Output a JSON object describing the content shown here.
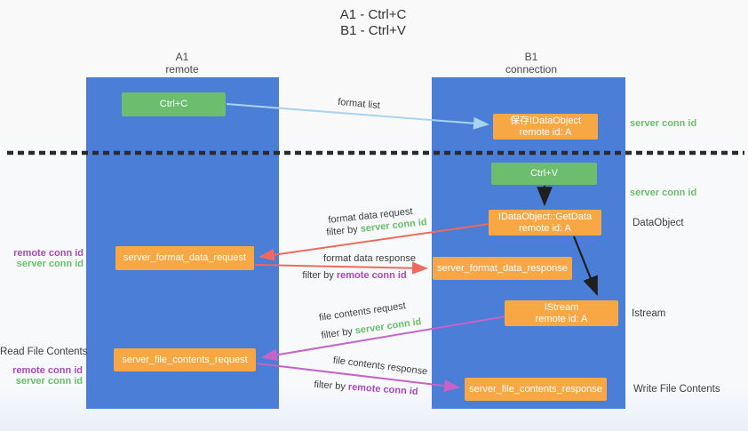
{
  "title": {
    "line1": "A1 - Ctrl+C",
    "line2": "B1 - Ctrl+V"
  },
  "columns": {
    "left": {
      "label": "A1",
      "sublabel": "remote"
    },
    "right": {
      "label": "B1",
      "sublabel": "connection"
    }
  },
  "nodes": {
    "ctrl_c": {
      "label": "Ctrl+C"
    },
    "ctrl_v": {
      "label": "Ctrl+V"
    },
    "save_dataobject": {
      "line1": "保存IDataObject",
      "line2": "remote id: A"
    },
    "getdata": {
      "line1": "IDataObject::GetData",
      "line2": "remote id: A"
    },
    "istream": {
      "line1": "IStream",
      "line2": "remote id: A"
    },
    "format_request": {
      "label": "server_format_data_request"
    },
    "format_response": {
      "label": "server_format_data_response"
    },
    "file_request": {
      "label": "server_file_contents_request"
    },
    "file_response": {
      "label": "server_file_contents_response"
    }
  },
  "flow_labels": {
    "format_list": "format list",
    "format_data_request": "format data request",
    "filter_server_1": {
      "prefix": "filter by ",
      "value": "server conn id"
    },
    "format_data_response": "format data response",
    "filter_remote_1": {
      "prefix": "filter by ",
      "value": "remote conn id"
    },
    "file_contents_request": "file contents request",
    "filter_server_2": {
      "prefix": "filter by ",
      "value": "server conn id"
    },
    "file_contents_response": "file contents response",
    "filter_remote_2": {
      "prefix": "filter by ",
      "value": "remote conn id"
    }
  },
  "side_labels": {
    "server_conn_top": "server conn id",
    "server_conn_mid": "server conn id",
    "dataobject": "DataObject",
    "istream": "Istream",
    "write_file_contents": "Write File Contents",
    "read_file_contents": "Read File Contents",
    "left_mid": {
      "remote": "remote conn id",
      "server": "server conn id"
    },
    "left_bottom": {
      "remote": "remote conn id",
      "server": "server conn id"
    }
  },
  "colors": {
    "column_blue": "#4a7ed7",
    "box_green": "#6cbd6e",
    "box_orange": "#f7a844",
    "arrow_red": "#ef6a5e",
    "arrow_magenta": "#c663c6",
    "arrow_light_blue": "#a9d3ef",
    "arrow_black": "#1f1f1f",
    "label_green": "#6abf69",
    "label_purple": "#ab47bc",
    "text_dark": "#3d3d3d"
  }
}
